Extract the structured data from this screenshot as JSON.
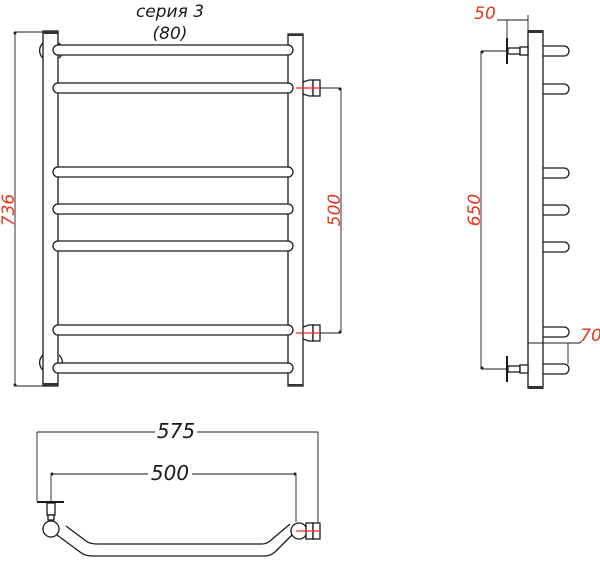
{
  "title": {
    "series": "серия 3",
    "variant": "(80)"
  },
  "colors": {
    "line": "#1a1a1a",
    "dimension": "#e8341c",
    "axis_marker": "#ff2020",
    "background": "#ffffff"
  },
  "front_view": {
    "rungs_count": 7,
    "dimensions": {
      "total_height": "736",
      "connection_spacing": "500"
    }
  },
  "side_view": {
    "dimensions": {
      "wall_offset": "50",
      "mount_spacing": "650",
      "rung_depth": "70"
    }
  },
  "top_view": {
    "dimensions": {
      "total_width": "575",
      "connection_width": "500"
    }
  }
}
